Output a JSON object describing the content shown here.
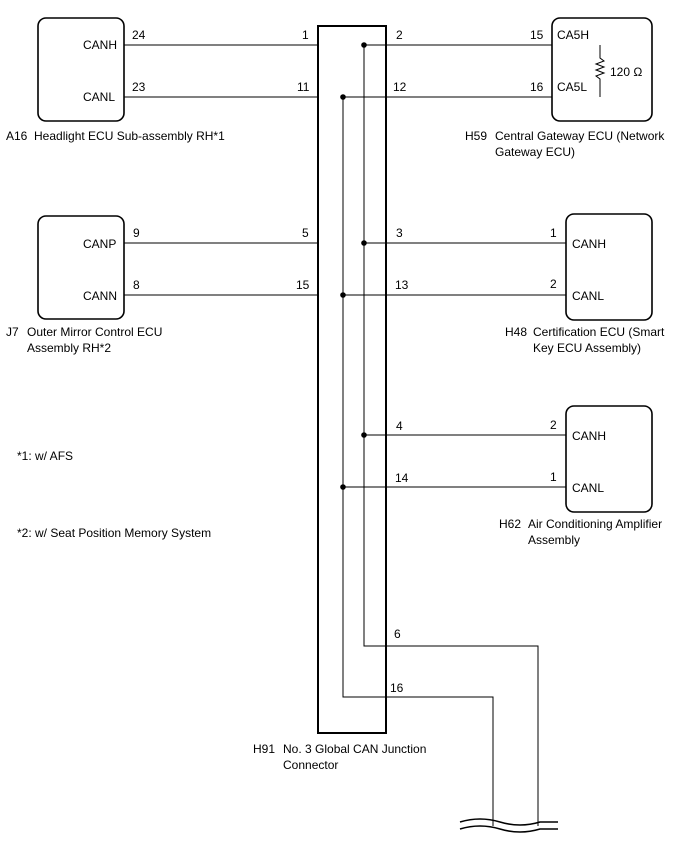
{
  "components": {
    "a16": {
      "code": "A16",
      "name_lines": [
        "Headlight ECU Sub-assembly RH*1"
      ],
      "pins": [
        {
          "label": "CANH",
          "pin": "24"
        },
        {
          "label": "CANL",
          "pin": "23"
        }
      ]
    },
    "h59": {
      "code": "H59",
      "name_lines": [
        "Central Gateway ECU (Network",
        "Gateway ECU)"
      ],
      "pins": [
        {
          "label": "CA5H",
          "pin": "15"
        },
        {
          "label": "CA5L",
          "pin": "16"
        }
      ],
      "resistor": "120 Ω"
    },
    "j7": {
      "code": "J7",
      "name_lines": [
        "Outer Mirror Control ECU",
        "Assembly RH*2"
      ],
      "pins": [
        {
          "label": "CANP",
          "pin": "9"
        },
        {
          "label": "CANN",
          "pin": "8"
        }
      ]
    },
    "h48": {
      "code": "H48",
      "name_lines": [
        "Certification ECU (Smart",
        "Key ECU Assembly)"
      ],
      "pins": [
        {
          "label": "CANH",
          "pin": "1"
        },
        {
          "label": "CANL",
          "pin": "2"
        }
      ]
    },
    "h62": {
      "code": "H62",
      "name_lines": [
        "Air Conditioning Amplifier",
        "Assembly"
      ],
      "pins": [
        {
          "label": "CANH",
          "pin": "2"
        },
        {
          "label": "CANL",
          "pin": "1"
        }
      ]
    },
    "h91": {
      "code": "H91",
      "name_lines": [
        "No. 3 Global CAN Junction",
        "Connector"
      ],
      "left_pins": [
        "1",
        "11",
        "5",
        "15"
      ],
      "right_pins": [
        "2",
        "12",
        "3",
        "13",
        "4",
        "14",
        "6",
        "16"
      ]
    }
  },
  "notes": [
    "*1: w/ AFS",
    "*2: w/ Seat Position Memory System"
  ]
}
